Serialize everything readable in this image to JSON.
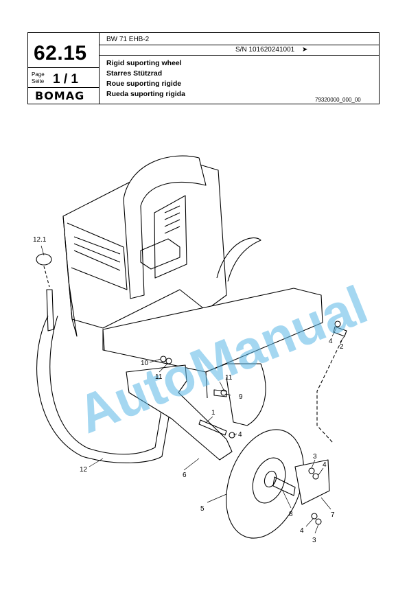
{
  "header": {
    "page_number": "62.15",
    "page_label": "Page",
    "seite_label": "Seite",
    "page_value": "1 / 1",
    "brand": "BOMAG",
    "model": "BW 71 EHB-2",
    "serial": "S/N 101620241001",
    "serial_arrow": "➤",
    "titles": [
      "Rigid suporting wheel",
      "Starres Stützrad",
      "Roue suporting rigide",
      "Rueda suporting rigida"
    ],
    "doc_number": "79320000_000_00"
  },
  "callouts": {
    "c12_1": "12.1",
    "c4a": "4",
    "c2": "2",
    "c10": "10",
    "c11a": "11",
    "c11b": "11",
    "c9": "9",
    "c1": "1",
    "c4b": "4",
    "c12": "12",
    "c6": "6",
    "c3a": "3",
    "c4c": "4",
    "c5": "5",
    "c8": "8",
    "c7": "7",
    "c4d": "4",
    "c3b": "3"
  },
  "watermark": "AutoManual"
}
